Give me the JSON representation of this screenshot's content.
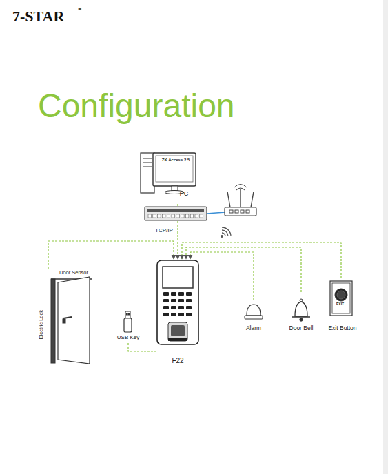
{
  "diagram": {
    "title": "Configuration",
    "nodes": [
      {
        "text": [
          "ZK Access 2.5",
          "PC"
        ]
      },
      {
        "text": [
          "Door Sensor",
          "Electric Lock"
        ]
      },
      {
        "text": [
          "F22"
        ]
      },
      {
        "text": [
          "USB Key"
        ]
      },
      {
        "text": [
          "Alarm"
        ]
      },
      {
        "text": [
          "Door Bell"
        ]
      },
      {
        "text": [
          "Exit Button"
        ]
      }
    ],
    "edges": [
      {
        "from": 0,
        "to": 2,
        "label": "TCP/IP",
        "arrow": "to"
      },
      {
        "from": 1,
        "to": 2,
        "arrow": "to"
      },
      {
        "from": 3,
        "to": 2,
        "arrow": "none"
      },
      {
        "from": 4,
        "to": 2,
        "arrow": "to"
      },
      {
        "from": 5,
        "to": 2,
        "arrow": "to"
      },
      {
        "from": 6,
        "to": 2,
        "arrow": "to"
      }
    ],
    "labels": [
      "7-STAR",
      "*",
      "EXIT"
    ]
  }
}
